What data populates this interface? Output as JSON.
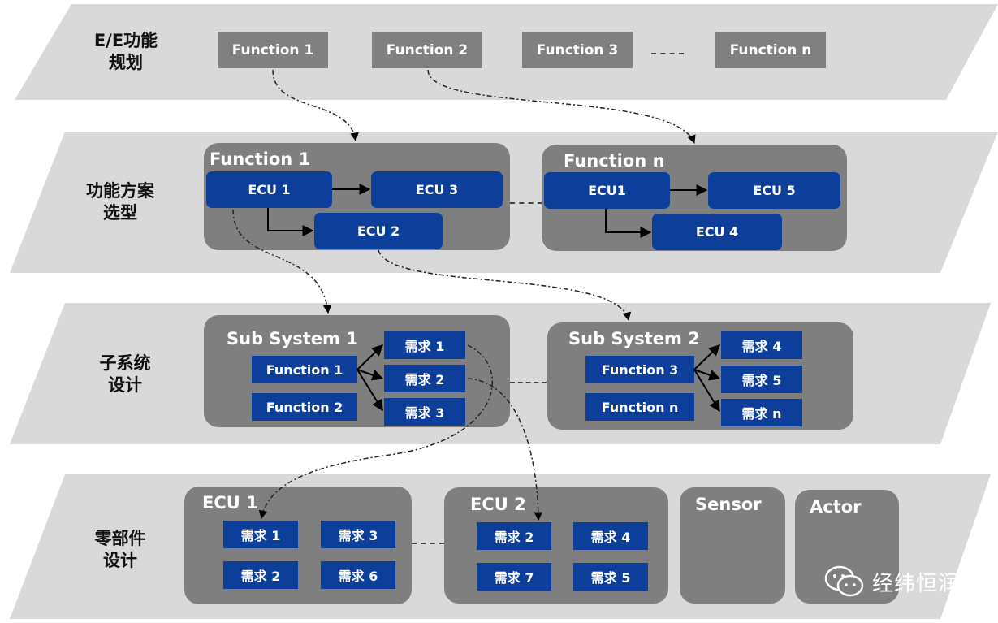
{
  "layers": [
    {
      "label": "E/E功能\n规划"
    },
    {
      "label": "功能方案\n选型"
    },
    {
      "label": "子系统\n设计"
    },
    {
      "label": "零部件\n设计"
    }
  ],
  "planning": {
    "functions": [
      "Function 1",
      "Function 2",
      "Function 3",
      "Function n"
    ]
  },
  "selection": {
    "panels": [
      {
        "title": "Function 1",
        "ecus": [
          "ECU 1",
          "ECU 3",
          "ECU 2"
        ]
      },
      {
        "title": "Function n",
        "ecus": [
          "ECU1",
          "ECU 5",
          "ECU 4"
        ]
      }
    ]
  },
  "subsystem": {
    "panels": [
      {
        "title": "Sub System 1",
        "functions": [
          "Function 1",
          "Function 2"
        ],
        "reqs": [
          "需求 1",
          "需求 2",
          "需求 3"
        ]
      },
      {
        "title": "Sub System 2",
        "functions": [
          "Function 3",
          "Function n"
        ],
        "reqs": [
          "需求 4",
          "需求 5",
          "需求 n"
        ]
      }
    ]
  },
  "component": {
    "panels": [
      {
        "title": "ECU 1",
        "reqs": [
          "需求 1",
          "需求 3",
          "需求 2",
          "需求 6"
        ]
      },
      {
        "title": "ECU 2",
        "reqs": [
          "需求 2",
          "需求 4",
          "需求 7",
          "需求 5"
        ]
      },
      {
        "title": "Sensor"
      },
      {
        "title": "Actor"
      }
    ]
  },
  "watermark": {
    "text": "经纬恒润",
    "icon": "wechat-icon"
  },
  "colors": {
    "band": "#d9d9d9",
    "panel": "#7f7f7f",
    "box_gray": "#808080",
    "box_blue": "#0d3f9a"
  }
}
